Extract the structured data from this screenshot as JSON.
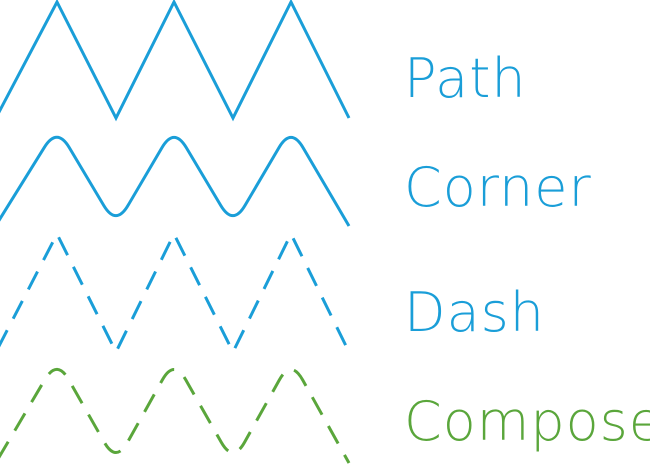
{
  "colors": {
    "blue": "#1a9ed8",
    "green": "#5aa63b"
  },
  "rows": [
    {
      "label": "Path",
      "style": "solid",
      "corners": "sharp",
      "color": "blue"
    },
    {
      "label": "Corner",
      "style": "solid",
      "corners": "rounded",
      "color": "blue"
    },
    {
      "label": "Dash",
      "style": "dashed",
      "corners": "sharp",
      "color": "blue"
    },
    {
      "label": "Compose",
      "style": "dashed",
      "corners": "rounded",
      "color": "green"
    }
  ]
}
